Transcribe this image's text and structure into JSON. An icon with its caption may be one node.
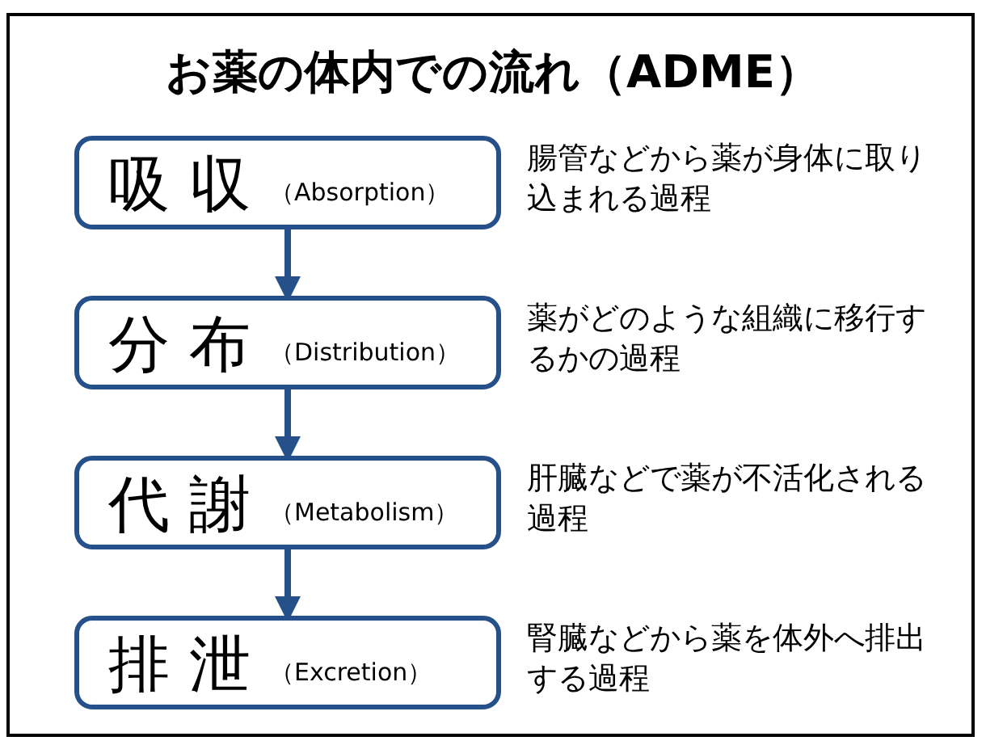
{
  "diagram": {
    "title": "お薬の体内での流れ（ADME）",
    "nodes": [
      {
        "text": [
          "吸 収",
          "（Absorption）"
        ],
        "beside": [
          "腸管などから薬が身体に取り込まれる過程"
        ]
      },
      {
        "text": [
          "分 布",
          "（Distribution）"
        ],
        "beside": [
          "薬がどのような組織に移行するかの過程"
        ]
      },
      {
        "text": [
          "代 謝",
          "（Metabolism）"
        ],
        "beside": [
          "肝臓などで薬が不活化される過程"
        ]
      },
      {
        "text": [
          "排 泄",
          "（Excretion）"
        ],
        "beside": [
          "腎臓などから薬を体外へ排出する過程"
        ]
      }
    ],
    "edges": [
      {
        "from": 0,
        "to": 1,
        "arrow": "to"
      },
      {
        "from": 1,
        "to": 2,
        "arrow": "to"
      },
      {
        "from": 2,
        "to": 3,
        "arrow": "to"
      }
    ]
  }
}
